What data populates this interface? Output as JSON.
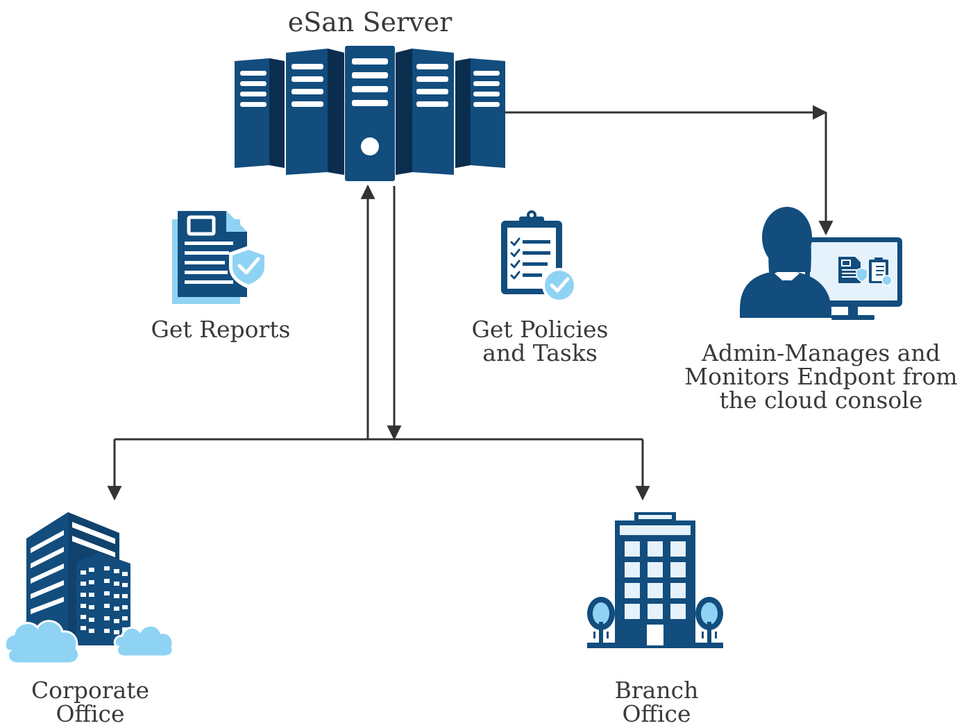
{
  "colors": {
    "navy": "#124d7e",
    "dark_navy": "#0b2d4e",
    "light_blue": "#8fd3f4",
    "pale_blue": "#e6f2fb",
    "arrow": "#333333",
    "text": "#3a3a3a"
  },
  "nodes": {
    "server": {
      "label": "eSan Server",
      "icon": "server-rack-icon"
    },
    "reports": {
      "label": "Get Reports",
      "icon": "secure-report-icon"
    },
    "policies": {
      "line1": "Get Policies",
      "line2": "and Tasks",
      "icon": "clipboard-checklist-icon"
    },
    "admin": {
      "line1": "Admin-Manages and",
      "line2": "Monitors Endpont from",
      "line3": "the cloud console",
      "icon": "admin-monitor-icon"
    },
    "corporate": {
      "line1": "Corporate",
      "line2": "Office",
      "icon": "corporate-building-icon"
    },
    "branch": {
      "line1": "Branch",
      "line2": "Office",
      "icon": "branch-building-icon"
    }
  }
}
